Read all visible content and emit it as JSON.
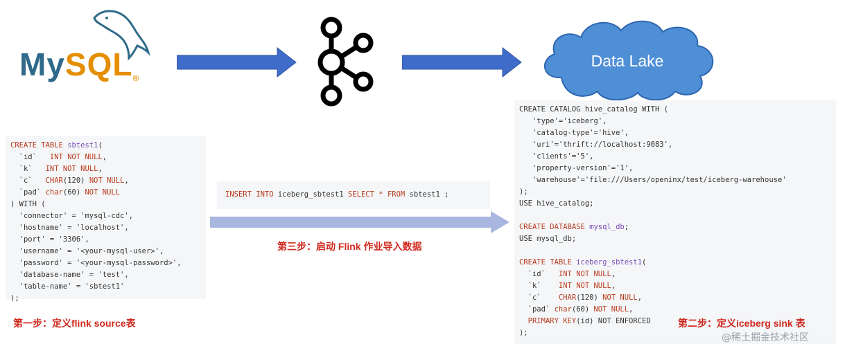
{
  "logos": {
    "mysql": {
      "text_my": "My",
      "text_sql": "SQL",
      "registered": "®"
    },
    "data_lake": {
      "label": "Data Lake"
    }
  },
  "code": {
    "source": [
      [
        [
          "kw",
          "CREATE TABLE"
        ],
        [
          "t",
          " "
        ],
        [
          "fn",
          "sbtest1"
        ],
        [
          "t",
          "("
        ]
      ],
      [
        [
          "t",
          "  `id`   "
        ],
        [
          "kw",
          "INT NOT NULL"
        ],
        [
          "t",
          ","
        ]
      ],
      [
        [
          "t",
          "  `k`   "
        ],
        [
          "kw",
          "INT NOT NULL"
        ],
        [
          "t",
          ","
        ]
      ],
      [
        [
          "t",
          "  `c`   "
        ],
        [
          "kw",
          "CHAR"
        ],
        [
          "t",
          "(120) "
        ],
        [
          "kw",
          "NOT NULL"
        ],
        [
          "t",
          ","
        ]
      ],
      [
        [
          "t",
          "  `pad` "
        ],
        [
          "kw",
          "char"
        ],
        [
          "t",
          "(60) "
        ],
        [
          "kw",
          "NOT NULL"
        ]
      ],
      [
        [
          "t",
          ") WITH ("
        ]
      ],
      [
        [
          "t",
          "  'connector' = 'mysql-cdc',"
        ]
      ],
      [
        [
          "t",
          "  'hostname' = 'localhost',"
        ]
      ],
      [
        [
          "t",
          "  'port' = '3306',"
        ]
      ],
      [
        [
          "t",
          "  'username' = '<your-mysql-user>',"
        ]
      ],
      [
        [
          "t",
          "  'password' = '<your-mysql-password>',"
        ]
      ],
      [
        [
          "t",
          "  'database-name' = 'test',"
        ]
      ],
      [
        [
          "t",
          "  'table-name' = 'sbtest1'"
        ]
      ],
      [
        [
          "t",
          ");"
        ]
      ]
    ],
    "insert": [
      [
        [
          "kw",
          "INSERT INTO"
        ],
        [
          "t",
          " iceberg_sbtest1 "
        ],
        [
          "kw",
          "SELECT"
        ],
        [
          "t",
          " "
        ],
        [
          "kw",
          "*"
        ],
        [
          "t",
          " "
        ],
        [
          "kw",
          "FROM"
        ],
        [
          "t",
          " sbtest1 ;"
        ]
      ]
    ],
    "sink": [
      [
        [
          "t",
          "CREATE CATALOG hive_catalog WITH ("
        ]
      ],
      [
        [
          "t",
          "   'type'='iceberg',"
        ]
      ],
      [
        [
          "t",
          "   'catalog-type'='hive',"
        ]
      ],
      [
        [
          "t",
          "   'uri'='thrift://localhost:9083',"
        ]
      ],
      [
        [
          "t",
          "   'clients'='5',"
        ]
      ],
      [
        [
          "t",
          "   'property-version'='1',"
        ]
      ],
      [
        [
          "t",
          "   'warehouse'='file:///Users/openinx/test/iceberg-warehouse'"
        ]
      ],
      [
        [
          "t",
          ");"
        ]
      ],
      [
        [
          "t",
          "USE hive_catalog;"
        ]
      ],
      [
        [
          "t",
          ""
        ]
      ],
      [
        [
          "kw",
          "CREATE DATABASE"
        ],
        [
          "t",
          " "
        ],
        [
          "fn",
          "mysql_db"
        ],
        [
          "t",
          ";"
        ]
      ],
      [
        [
          "t",
          "USE mysql_db;"
        ]
      ],
      [
        [
          "t",
          ""
        ]
      ],
      [
        [
          "kw",
          "CREATE TABLE"
        ],
        [
          "t",
          " "
        ],
        [
          "fn",
          "iceberg_sbtest1"
        ],
        [
          "t",
          "("
        ]
      ],
      [
        [
          "t",
          "  `id`   "
        ],
        [
          "kw",
          "INT NOT NULL"
        ],
        [
          "t",
          ","
        ]
      ],
      [
        [
          "t",
          "  `k`    "
        ],
        [
          "kw",
          "INT NOT NULL"
        ],
        [
          "t",
          ","
        ]
      ],
      [
        [
          "t",
          "  `c`    "
        ],
        [
          "kw",
          "CHAR"
        ],
        [
          "t",
          "(120) "
        ],
        [
          "kw",
          "NOT NULL"
        ],
        [
          "t",
          ","
        ]
      ],
      [
        [
          "t",
          "  `pad` "
        ],
        [
          "kw",
          "char"
        ],
        [
          "t",
          "(60) "
        ],
        [
          "kw",
          "NOT NULL"
        ],
        [
          "t",
          ","
        ]
      ],
      [
        [
          "t",
          "  "
        ],
        [
          "kw",
          "PRIMARY KEY"
        ],
        [
          "t",
          "(id) NOT ENFORCED"
        ]
      ],
      [
        [
          "t",
          ");"
        ]
      ]
    ]
  },
  "steps": {
    "step1": "第一步：定义flink source表",
    "step2": "第二步：定义iceberg sink 表",
    "step3": "第三步：启动 Flink 作业导入数据"
  },
  "watermark": "@稀土掘金技术社区",
  "colors": {
    "arrow": "#3f6cc8",
    "arrow_light": "#a9b6e0",
    "cloud_fill": "#4f8fd6",
    "cloud_stroke": "#2e66b0",
    "step_red": "#d0281e",
    "mysql_blue": "#2f6a8a",
    "mysql_orange": "#e48e00"
  }
}
